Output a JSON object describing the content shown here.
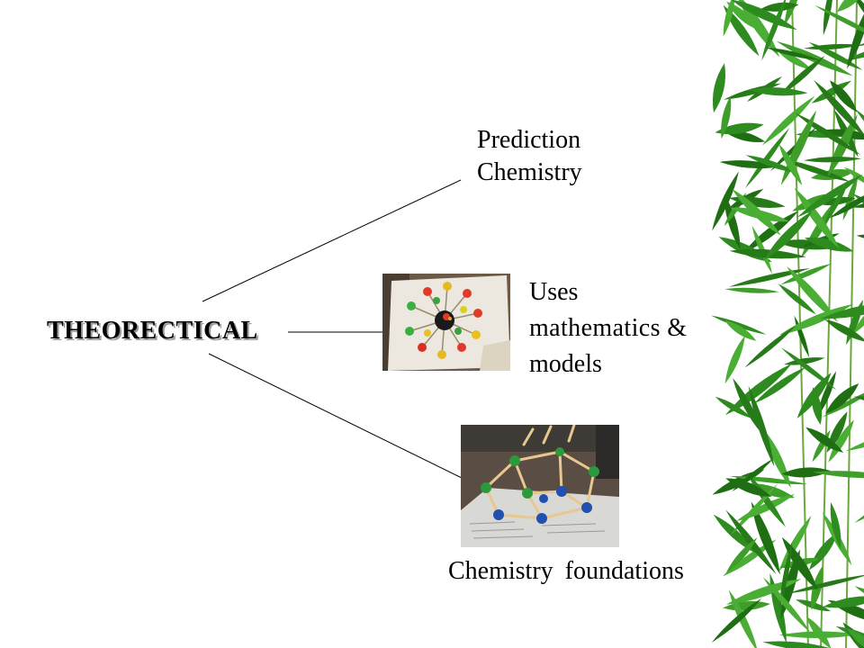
{
  "diagram": {
    "root": {
      "label": "THEORECTICAL"
    },
    "branches": [
      {
        "id": "prediction",
        "lines": [
          "Prediction",
          "Chemistry"
        ]
      },
      {
        "id": "uses",
        "lines": [
          "Uses",
          "mathematics &",
          "models"
        ],
        "image": "molecular-wheel-model-photo"
      },
      {
        "id": "foundations",
        "lines": [
          "Chemistry foundations"
        ],
        "image": "molecular-cage-model-photo"
      }
    ]
  },
  "decoration": {
    "right_border": "bamboo-leaves",
    "leaf_color": "#2e8b1f",
    "stem_color": "#5fa33a"
  }
}
